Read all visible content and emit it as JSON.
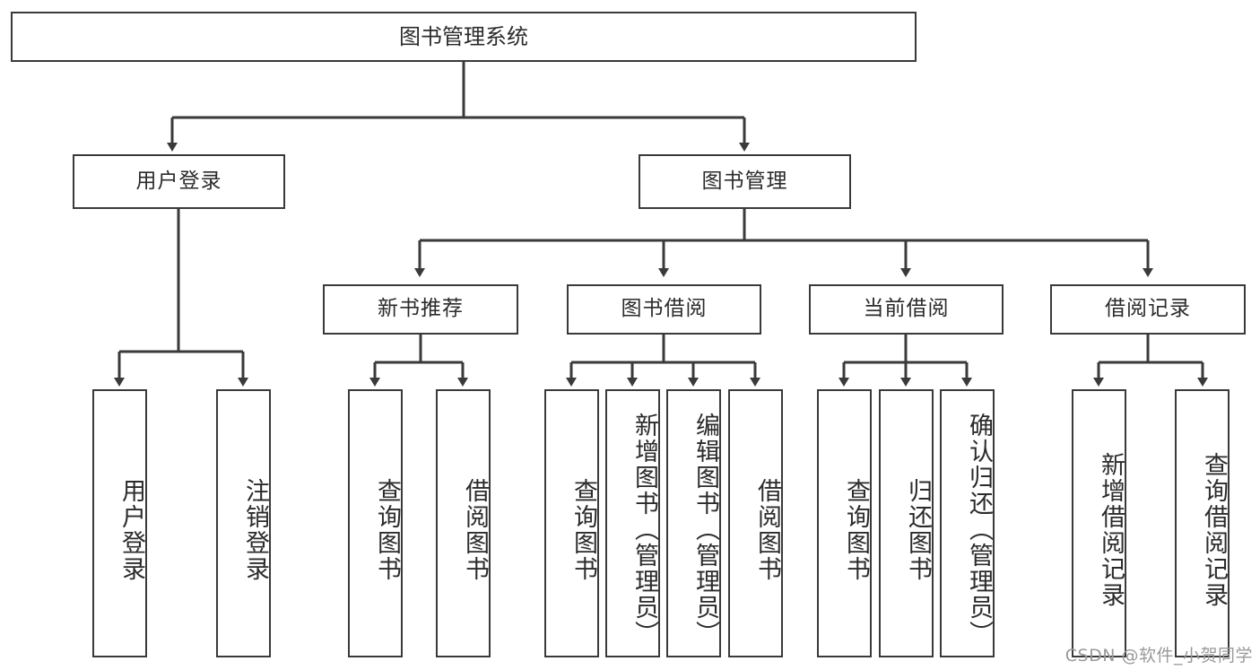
{
  "diagram": {
    "title_node": {
      "label": "图书管理系统"
    },
    "level1": [
      {
        "label": "用户登录"
      },
      {
        "label": "图书管理"
      }
    ],
    "level2": [
      {
        "label": "新书推荐"
      },
      {
        "label": "图书借阅"
      },
      {
        "label": "当前借阅"
      },
      {
        "label": "借阅记录"
      }
    ],
    "leaves": {
      "user_login": [
        {
          "label": "用户登录"
        },
        {
          "label": "注销登录"
        }
      ],
      "new_book": [
        {
          "label": "查询图书"
        },
        {
          "label": "借阅图书"
        }
      ],
      "borrow": [
        {
          "label": "查询图书"
        },
        {
          "label": "新增图书（管理员）"
        },
        {
          "label": "编辑图书（管理员）"
        },
        {
          "label": "借阅图书"
        }
      ],
      "current": [
        {
          "label": "查询图书"
        },
        {
          "label": "归还图书"
        },
        {
          "label": "确认归还（管理员）"
        }
      ],
      "records": [
        {
          "label": "新增借阅记录"
        },
        {
          "label": "查询借阅记录"
        }
      ]
    },
    "watermark": "CSDN @软件_小贺同学",
    "colors": {
      "stroke": "#3a3a3a",
      "text": "#2b2b2b",
      "background": "#ffffff",
      "watermark": "#9a9a9a"
    }
  }
}
